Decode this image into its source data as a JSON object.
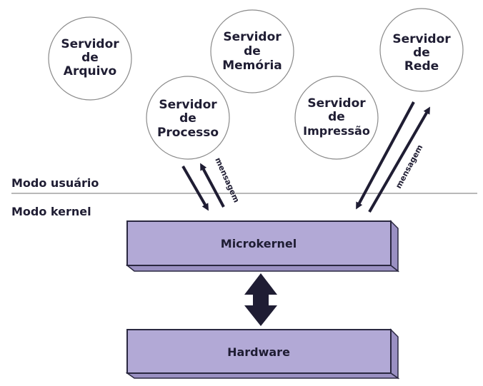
{
  "servers": [
    {
      "id": "arquivo",
      "lines": [
        "Servidor",
        "de",
        "Arquivo"
      ]
    },
    {
      "id": "memoria",
      "lines": [
        "Servidor",
        "de",
        "Memória"
      ]
    },
    {
      "id": "rede",
      "lines": [
        "Servidor",
        "de",
        "Rede"
      ]
    },
    {
      "id": "processo",
      "lines": [
        "Servidor",
        "de",
        "Processo"
      ]
    },
    {
      "id": "impressao",
      "lines": [
        "Servidor",
        "de",
        "Impressão"
      ]
    }
  ],
  "modes": {
    "user": "Modo usuário",
    "kernel": "Modo kernel"
  },
  "layers": {
    "microkernel": "Microkernel",
    "hardware": "Hardware"
  },
  "messages": {
    "left": "mensagem",
    "right": "mensagem"
  },
  "colors": {
    "ink": "#1f1d33",
    "layer_fill": "#b2a9d6",
    "layer_side": "#9a90c2",
    "circle_stroke": "#8a8a8a",
    "divider": "#a0a0a0"
  }
}
